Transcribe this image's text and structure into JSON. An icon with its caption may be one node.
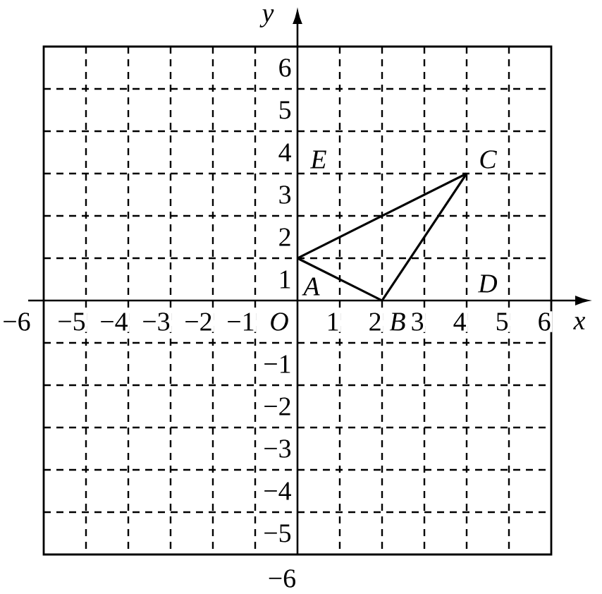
{
  "diagram": {
    "nodes": [
      {
        "text": [
          "A"
        ]
      },
      {
        "text": [
          "B"
        ]
      },
      {
        "text": [
          "C"
        ]
      }
    ],
    "edges": [
      {
        "from": 0,
        "to": 2,
        "arrow": "none"
      },
      {
        "from": 0,
        "to": 1,
        "arrow": "none"
      },
      {
        "from": 1,
        "to": 2,
        "arrow": "none"
      }
    ],
    "labels": [
      "y",
      "6",
      "5",
      "4",
      "E",
      "3",
      "2",
      "1",
      "D",
      "−6",
      "−5",
      "−4",
      "−3",
      "−2",
      "−1",
      "O",
      "1",
      "2",
      "3",
      "4",
      "5",
      "6",
      "x",
      "−1",
      "−2",
      "−3",
      "−4",
      "−5",
      "−6"
    ]
  }
}
